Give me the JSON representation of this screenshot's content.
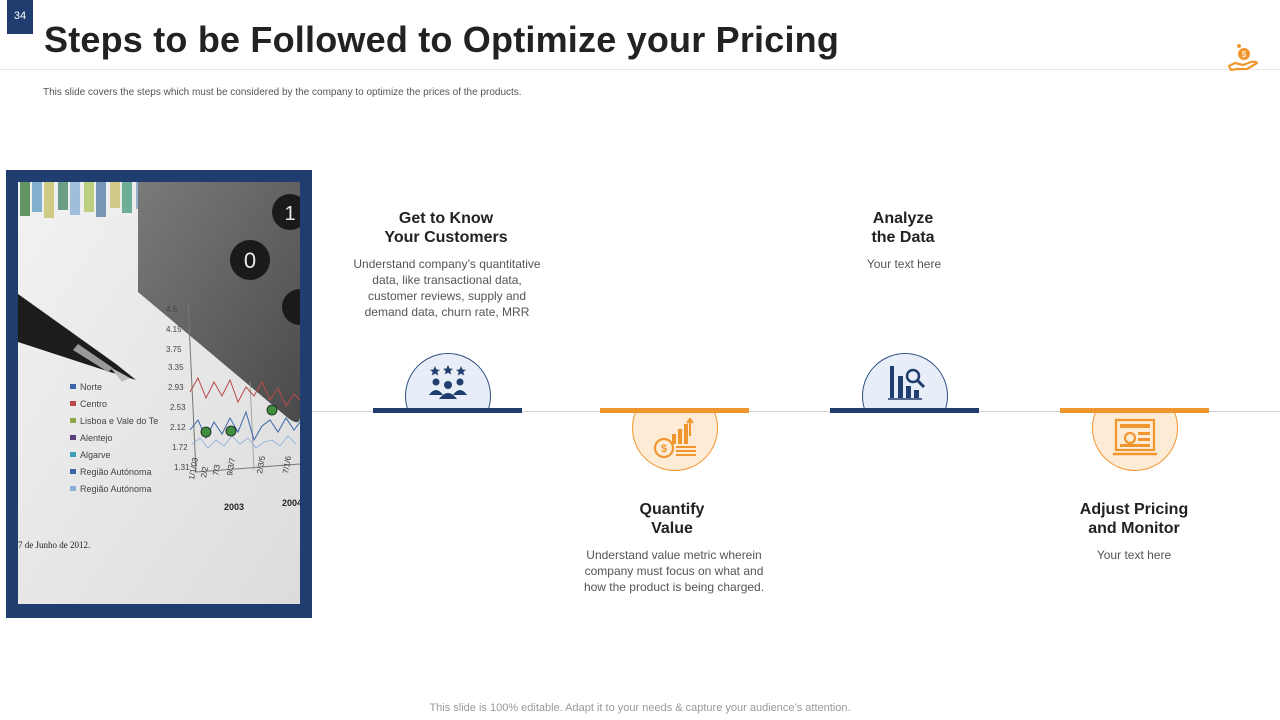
{
  "slide": {
    "number": "34",
    "title": "Steps to be Followed to Optimize your Pricing",
    "subtitle": "This slide covers the steps which must be considered by the company to optimize the prices of the products.",
    "footer": "This slide is 100% editable. Adapt it to your needs & capture your audience’s attention."
  },
  "colors": {
    "navy": "#1f3d6e",
    "orange": "#f0962e"
  },
  "photo": {
    "legend": [
      "Norte",
      "Centro",
      "Lisboa e Vale do Te",
      "Alentejo",
      "Algarve",
      "Região Autónoma",
      "Região Autónoma"
    ],
    "y_ticks": [
      "4.5",
      "4.15",
      "3.75",
      "3.35",
      "2.93",
      "2.53",
      "2.12",
      "1.72",
      "1.31"
    ],
    "years": [
      "2003",
      "2004"
    ],
    "date_text": "7 de Junho de 2012.",
    "calculator_keys": [
      "0",
      "1"
    ]
  },
  "steps": [
    {
      "title_line1": "Get to Know",
      "title_line2": "Your Customers",
      "desc": [
        "Understand company’s quantitative",
        "data, like transactional data,",
        "customer reviews,  supply and",
        "demand data, churn rate, MRR"
      ],
      "icon": "customers-rating-icon"
    },
    {
      "title_line1": "Quantify",
      "title_line2": "Value",
      "desc": [
        "Understand value metric wherein",
        "company must focus on what and",
        "how the product is being charged."
      ],
      "icon": "money-growth-icon"
    },
    {
      "title_line1": "Analyze",
      "title_line2": "the Data",
      "desc": [
        "Your text here"
      ],
      "icon": "data-analysis-icon"
    },
    {
      "title_line1": "Adjust Pricing",
      "title_line2": "and Monitor",
      "desc": [
        "Your text here"
      ],
      "icon": "monitor-pricing-icon"
    }
  ]
}
